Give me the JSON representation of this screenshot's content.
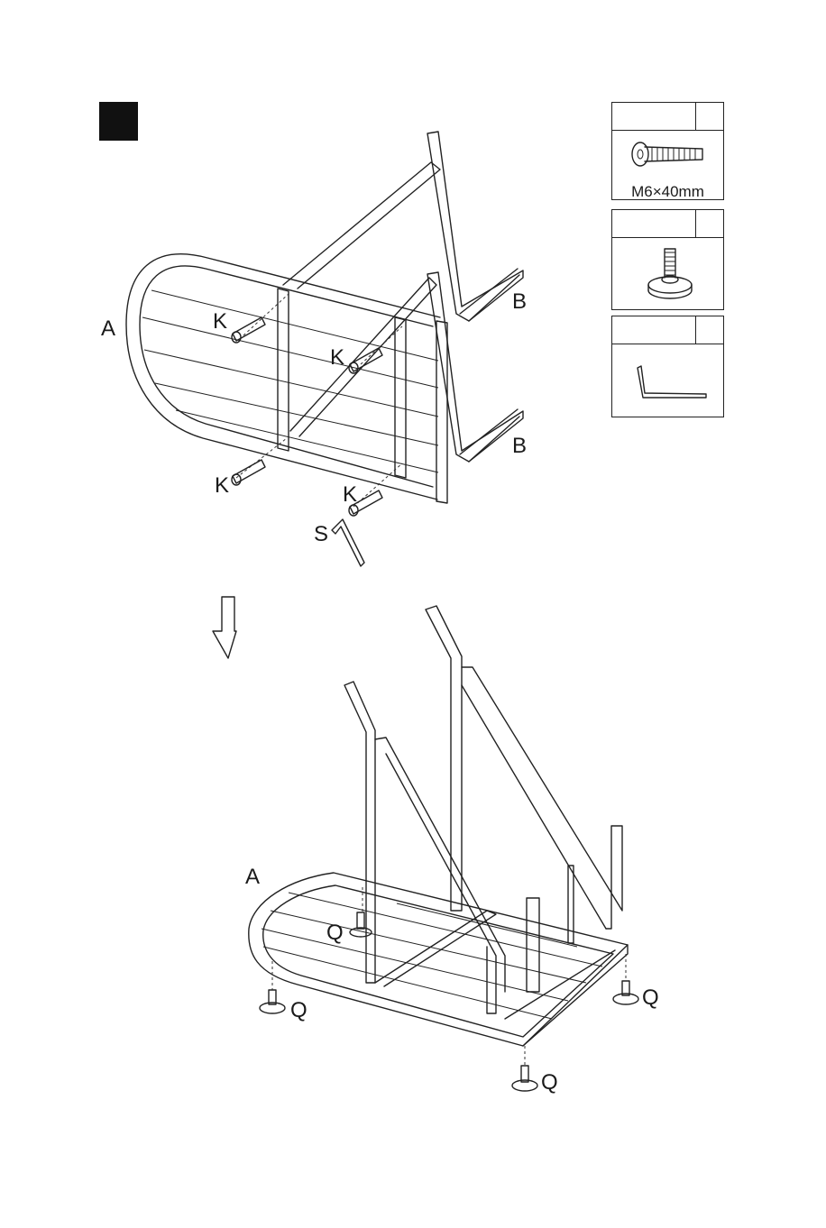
{
  "parts": [
    {
      "icon": "bolt-icon",
      "spec": "M6×40mm"
    },
    {
      "icon": "leveling-foot-icon",
      "spec": ""
    },
    {
      "icon": "allen-key-icon",
      "spec": ""
    }
  ],
  "labels": {
    "table_top": "A",
    "leg": "B",
    "bolt": "K",
    "allen_key": "S",
    "foot": "Q"
  }
}
